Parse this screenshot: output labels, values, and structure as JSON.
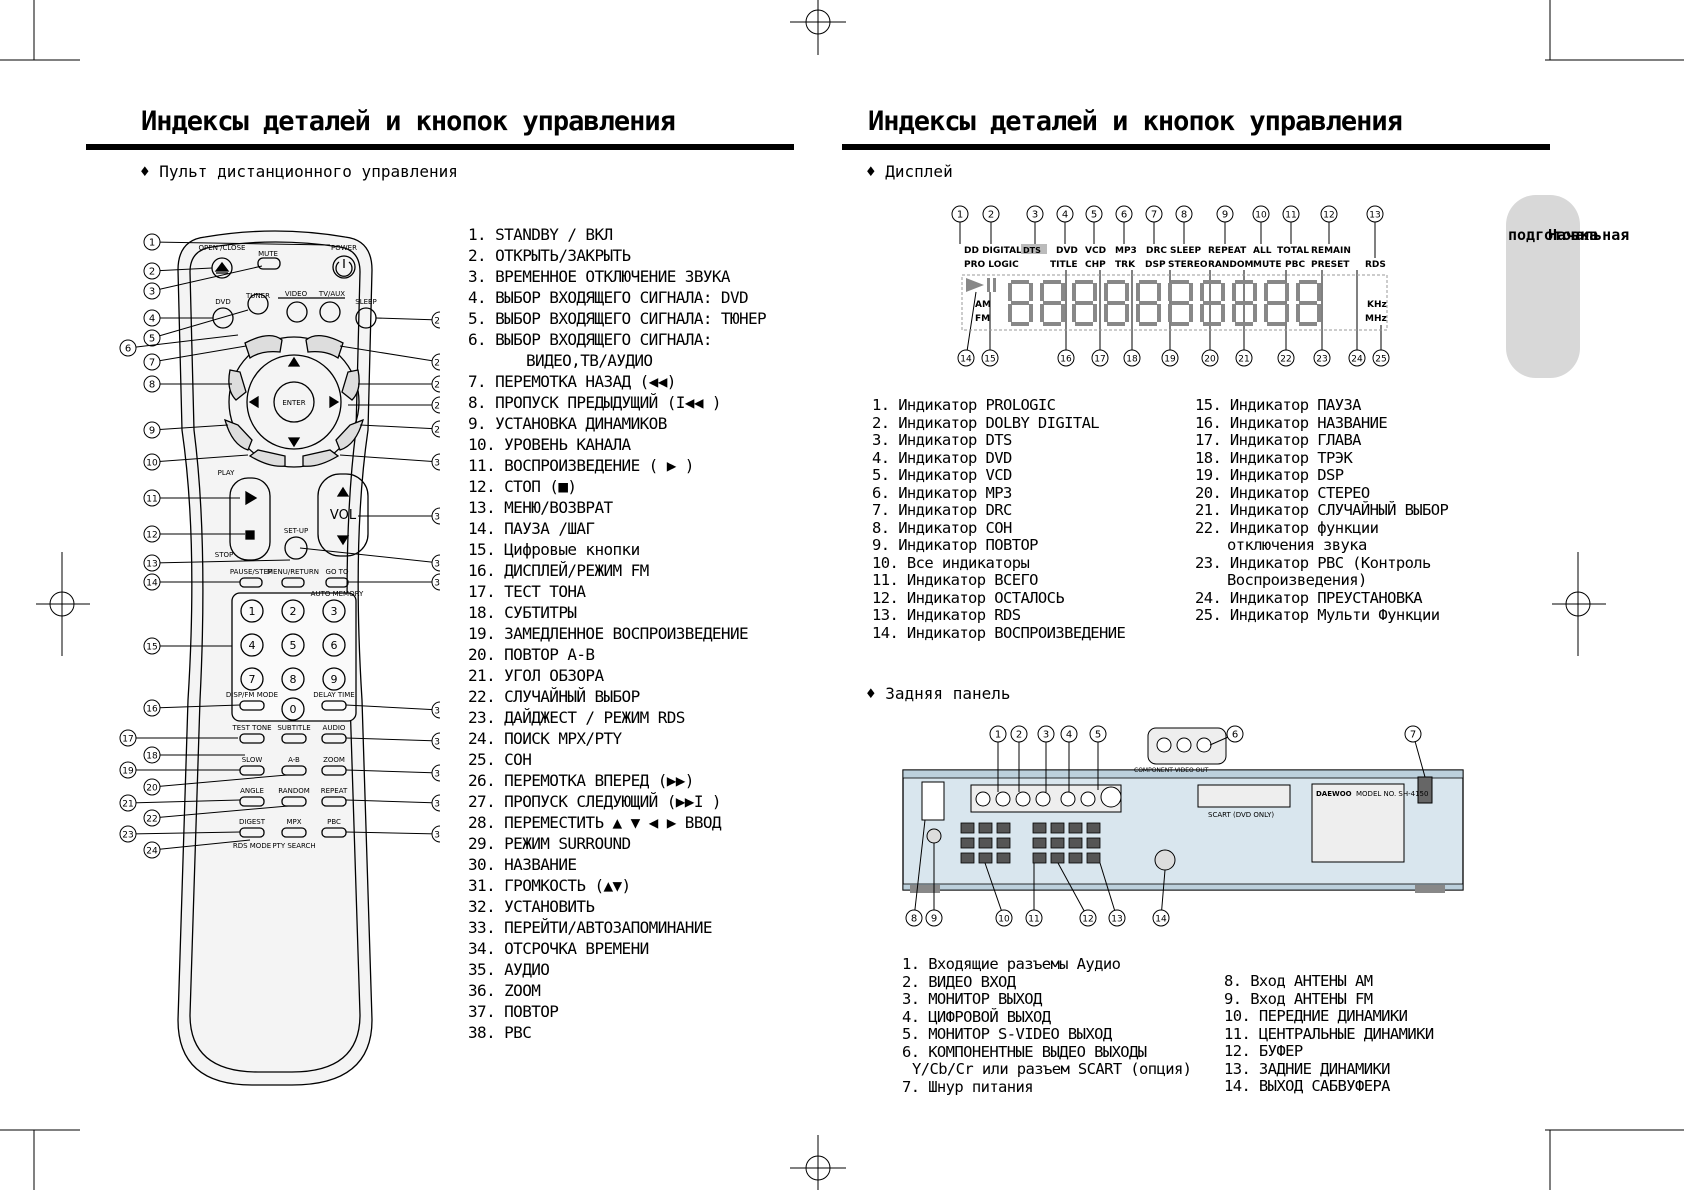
{
  "left": {
    "title": "Индексы деталей и кнопок управления",
    "section": "♦ Пульт дистанционного управления",
    "remote_labels": {
      "open_close": "OPEN /CLOSE",
      "mute": "MUTE",
      "power": "POWER",
      "dvd": "DVD",
      "tuner": "TUNER",
      "video": "VIDEO",
      "tv_aux": "TV/AUX",
      "sleep": "SLEEP",
      "enter": "ENTER",
      "play": "PLAY",
      "stop": "STOP",
      "vol": "VOL",
      "setup": "SET-UP",
      "pause_step": "PAUSE/STEP",
      "menu_return": "MENU/RETURN",
      "go_to": "GO TO",
      "auto_memory": "AUTO MEMORY",
      "disp_fm_mode": "DISP/FM MODE",
      "delay_time": "DELAY TIME",
      "test_tone": "TEST TONE",
      "subtitle": "SUBTITLE",
      "audio": "AUDIO",
      "slow": "SLOW",
      "ab": "A-B",
      "zoom": "ZOOM",
      "angle": "ANGLE",
      "random": "RANDOM",
      "repeat": "REPEAT",
      "digest": "DIGEST",
      "mpx": "MPX",
      "pbc": "PBC",
      "rds_mode": "RDS MODE",
      "pty_search": "PTY SEARCH",
      "digits": [
        "1",
        "2",
        "3",
        "4",
        "5",
        "6",
        "7",
        "8",
        "9",
        "0"
      ]
    },
    "items": [
      "1. STANDBY / ВКЛ",
      "2. ОТКРЫТЬ/ЗАКРЫТЬ",
      "3. ВРЕМЕННОЕ ОТКЛЮЧЕНИЕ ЗВУКА",
      "4. ВЫБОР ВХОДЯЩЕГО СИГНАЛА: DVD",
      "5. ВЫБОР ВХОДЯЩЕГО СИГНАЛА: ТЮНЕР",
      "6. ВЫБОР ВХОДЯЩЕГО СИГНАЛА:",
      "ВИДЕО,ТВ/АУДИО",
      "7. ПЕРЕМОТКА НАЗАД (◀◀)",
      "8. ПРОПУСК ПРЕДЫДУЩИЙ (I◀◀ )",
      "9. УСТАНОВКА ДИНАМИКОВ",
      "10. УРОВЕНЬ КАНАЛА",
      "11. ВОСПРОИЗВЕДЕНИЕ ( ▶ )",
      "12. СТОП (■)",
      "13. МЕНЮ/ВОЗВРАТ",
      "14. ПАУЗА /ШАГ",
      "15. Цифровые кнопки",
      "16. ДИСПЛЕЙ/РЕЖИМ FM",
      "17. ТЕСТ ТОНА",
      "18. СУБТИТРЫ",
      "19. ЗАМЕДЛЕННОЕ ВОСПРОИЗВЕДЕНИЕ",
      "20. ПОВТОР А-В",
      "21. УГОЛ ОБЗОРА",
      "22. СЛУЧАЙНЫЙ ВЫБОР",
      "23. ДАЙДЖЕСТ / РЕЖИМ RDS",
      "24. ПОИСК MPX/PTY",
      "25. СОН",
      "26. ПЕРЕМОТКА ВПЕРЕД (▶▶)",
      "27. ПРОПУСК СЛЕДУЮЩИЙ (▶▶I )",
      "28. ПЕРЕМЕСТИТЬ ▲ ▼ ◀ ▶ ВВОД",
      "29. РЕЖИМ SURROUND",
      "30. НАЗВАНИЕ",
      "31. ГРОМКОСТЬ (▲▼)",
      "32. УСТАНОВИТЬ",
      "33. ПЕРЕЙТИ/АВТОЗАПОМИНАНИЕ",
      "34. ОТСРОЧКА ВРЕМЕНИ",
      "35. АУДИО",
      "36. ZOOM",
      "37. ПОВТОР",
      "38. PBC"
    ]
  },
  "right": {
    "title": "Индексы деталей и кнопок управления",
    "section_display": "♦ Дисплей",
    "section_rear": "♦ Задняя панель",
    "side_tab": {
      "col1": "Начальная",
      "col2": "подготовка"
    },
    "display_labels": {
      "row1": [
        "DD DIGITAL",
        "DTS",
        "DVD",
        "VCD",
        "MP3",
        "DRC",
        "SLEEP",
        "REPEAT",
        "ALL",
        "TOTAL",
        "REMAIN"
      ],
      "row2": [
        "PRO LOGIC",
        "TITLE",
        "CHP",
        "TRK",
        "DSP",
        "STEREO",
        "RANDOM",
        "MUTE",
        "PBC",
        "PRESET",
        "RDS"
      ],
      "am": "AM",
      "fm": "FM",
      "khz": "KHz",
      "mhz": "MHz"
    },
    "display_items_left": [
      "1. Индикатор PROLOGIC",
      "2. Индикатор DOLBY DIGITAL",
      "3. Индикатор DTS",
      "4. Индикатор DVD",
      "5. Индикатор VCD",
      "6. Индикатор MP3",
      "7. Индикатор DRC",
      "8. Индикатор СОН",
      "9. Индикатор ПОВТОР",
      "10. Все индикаторы",
      "11. Индикатор ВСЕГО",
      "12. Индикатор ОСТАЛОСЬ",
      "13. Индикатор RDS",
      "14. Индикатор ВОСПРОИЗВЕДЕНИЕ"
    ],
    "display_items_right": [
      "15. Индикатор ПАУЗА",
      "16. Индикатор НАЗВАНИЕ",
      "17. Индикатор ГЛАВА",
      "18. Индикатор ТРЭК",
      "19. Индикатор DSP",
      "20. Индикатор СТЕРЕО",
      "21. Индикатор СЛУЧАЙНЫЙ ВЫБОР",
      "22. Индикатор функции",
      "отключения звука",
      "23. Индикатор PBC (Контроль",
      "Воспроизведения)",
      "24. Индикатор ПРЕУСТАНОВКА",
      "25. Индикатор Мульти Функции"
    ],
    "rear_labels": {
      "brand": "DAEWOO",
      "model": "MODEL NO. SH-4150",
      "scart": "SCART (DVD ONLY)",
      "component": "COMPONENT VIDEO OUT"
    },
    "rear_items_left": [
      "1. Входящие разъемы Аудио",
      "2. ВИДЕО ВХОД",
      "3. МОНИТОР ВЫХОД",
      "4. ЦИФРОВОЙ ВЫХОД",
      "5. МОНИТОР S-VIDEO ВЫХОД",
      "6. КОМПОНЕНТНЫЕ ВЫДЕО ВЫХОДЫ",
      "Y/Cb/Cr или разъем SCART (опция)",
      "7. Шнур питания"
    ],
    "rear_items_right": [
      "8. Вход АНТЕНЫ AM",
      "9. Вход АНТЕНЫ FM",
      "10. ПЕРЕДНИЕ ДИНАМИКИ",
      "11. ЦЕНТРАЛЬНЫЕ ДИНАМИКИ",
      "12. БУФЕР",
      "13. ЗАДНИЕ ДИНАМИКИ",
      "14. ВЫХОД САБВУФЕРА"
    ]
  }
}
